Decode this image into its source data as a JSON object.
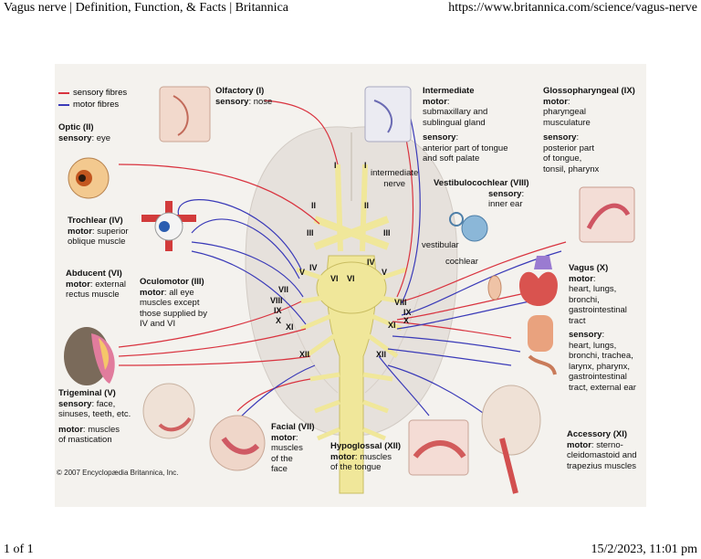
{
  "header": {
    "title": "Vagus nerve | Definition, Function, & Facts | Britannica",
    "url": "https://www.britannica.com/science/vagus-nerve"
  },
  "footer": {
    "page": "1 of 1",
    "datetime": "15/2/2023, 11:01 pm"
  },
  "colors": {
    "sensory": "#d9333f",
    "motor": "#3a3ab8",
    "nerve": "#f0e79a"
  },
  "legend": {
    "sensory": "sensory fibres",
    "motor": "motor fibres"
  },
  "copyright": "© 2007 Encyclopædia Britannica, Inc.",
  "nerves": {
    "olfactory": {
      "name": "Olfactory (I)",
      "sensory_label": "sensory",
      "sensory": ": nose"
    },
    "optic": {
      "name": "Optic (II)",
      "sensory_label": "sensory",
      "sensory": ": eye"
    },
    "trochlear": {
      "name": "Trochlear (IV)",
      "motor_label": "motor",
      "motor": ": superior",
      "motor2": "oblique muscle"
    },
    "abducent": {
      "name": "Abducent (VI)",
      "motor_label": "motor",
      "motor": ": external",
      "motor2": "rectus muscle"
    },
    "oculomotor": {
      "name": "Oculomotor (III)",
      "motor_label": "motor",
      "motor": ": all eye",
      "lines": [
        "muscles except",
        "those supplied by",
        "IV and VI"
      ]
    },
    "trigeminal": {
      "name": "Trigeminal (V)",
      "sensory_label": "sensory",
      "sensory": ": face,",
      "sensory_lines": [
        "sinuses, teeth, etc."
      ],
      "motor_label": "motor",
      "motor": ": muscles",
      "motor2": "of mastication"
    },
    "facial": {
      "name": "Facial (VII)",
      "motor_label": "motor",
      "motor": ":",
      "lines": [
        "muscles",
        "of the",
        "face"
      ]
    },
    "hypoglossal": {
      "name": "Hypoglossal (XII)",
      "motor_label": "motor",
      "motor": ": muscles",
      "motor2": "of the tongue"
    },
    "intermediate": {
      "name": "Intermediate",
      "motor_label": "motor",
      "motor": ":",
      "motor_lines": [
        "submaxillary and",
        "sublingual gland"
      ],
      "sensory_label": "sensory",
      "sensory": ":",
      "sensory_lines": [
        "anterior part of tongue",
        "and soft palate"
      ]
    },
    "glosso": {
      "name": "Glossopharyngeal (IX)",
      "motor_label": "motor",
      "motor": ":",
      "motor_lines": [
        "pharyngeal",
        "musculature"
      ],
      "sensory_label": "sensory",
      "sensory": ":",
      "sensory_lines": [
        "posterior part",
        "of tongue,",
        "tonsil, pharynx"
      ]
    },
    "vestibulo": {
      "name": "Vestibulocochlear (VIII)",
      "sensory_label": "sensory",
      "sensory": ":",
      "sensory2": "inner ear"
    },
    "vagus": {
      "name": "Vagus (X)",
      "motor_label": "motor",
      "motor": ":",
      "motor_lines": [
        "heart, lungs,",
        "bronchi,",
        "gastrointestinal",
        "tract"
      ],
      "sensory_label": "sensory",
      "sensory": ":",
      "sensory_lines": [
        "heart, lungs,",
        "bronchi, trachea,",
        "larynx, pharynx,",
        "gastrointestinal",
        "tract, external ear"
      ]
    },
    "accessory": {
      "name": "Accessory (XI)",
      "motor_label": "motor",
      "motor": ": sterno-",
      "motor_lines": [
        "cleidomastoid and",
        "trapezius muscles"
      ]
    }
  },
  "small_labels": {
    "intermediate_nerve": [
      "intermediate",
      "nerve"
    ],
    "vestibular": "vestibular",
    "cochlear": "cochlear"
  },
  "roman": {
    "I_l": "I",
    "I_r": "I",
    "II_l": "II",
    "II_r": "II",
    "III_l": "III",
    "III_r": "III",
    "IV_l": "IV",
    "IV_r": "IV",
    "V_l": "V",
    "V_r": "V",
    "VI_l": "VI",
    "VI_r": "VI",
    "VII_l": "VII",
    "VIII_l": "VIII",
    "VIII_r": "VIII",
    "IX_l": "IX",
    "IX_r": "IX",
    "X_l": "X",
    "X_r": "X",
    "XI_l": "XI",
    "XI_r": "XI",
    "XII_l": "XII",
    "XII_r": "XII"
  }
}
